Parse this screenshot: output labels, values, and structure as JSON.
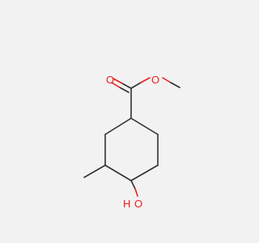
{
  "molecule": {
    "atoms": {
      "carbonyl_oxygen": "O",
      "ester_oxygen": "O",
      "hydroxyl_o": "O",
      "hydroxyl_h": "H"
    },
    "colors": {
      "bond": "#303030",
      "oxygen": "#ee1c1c",
      "background": "#f2f2f2"
    }
  }
}
